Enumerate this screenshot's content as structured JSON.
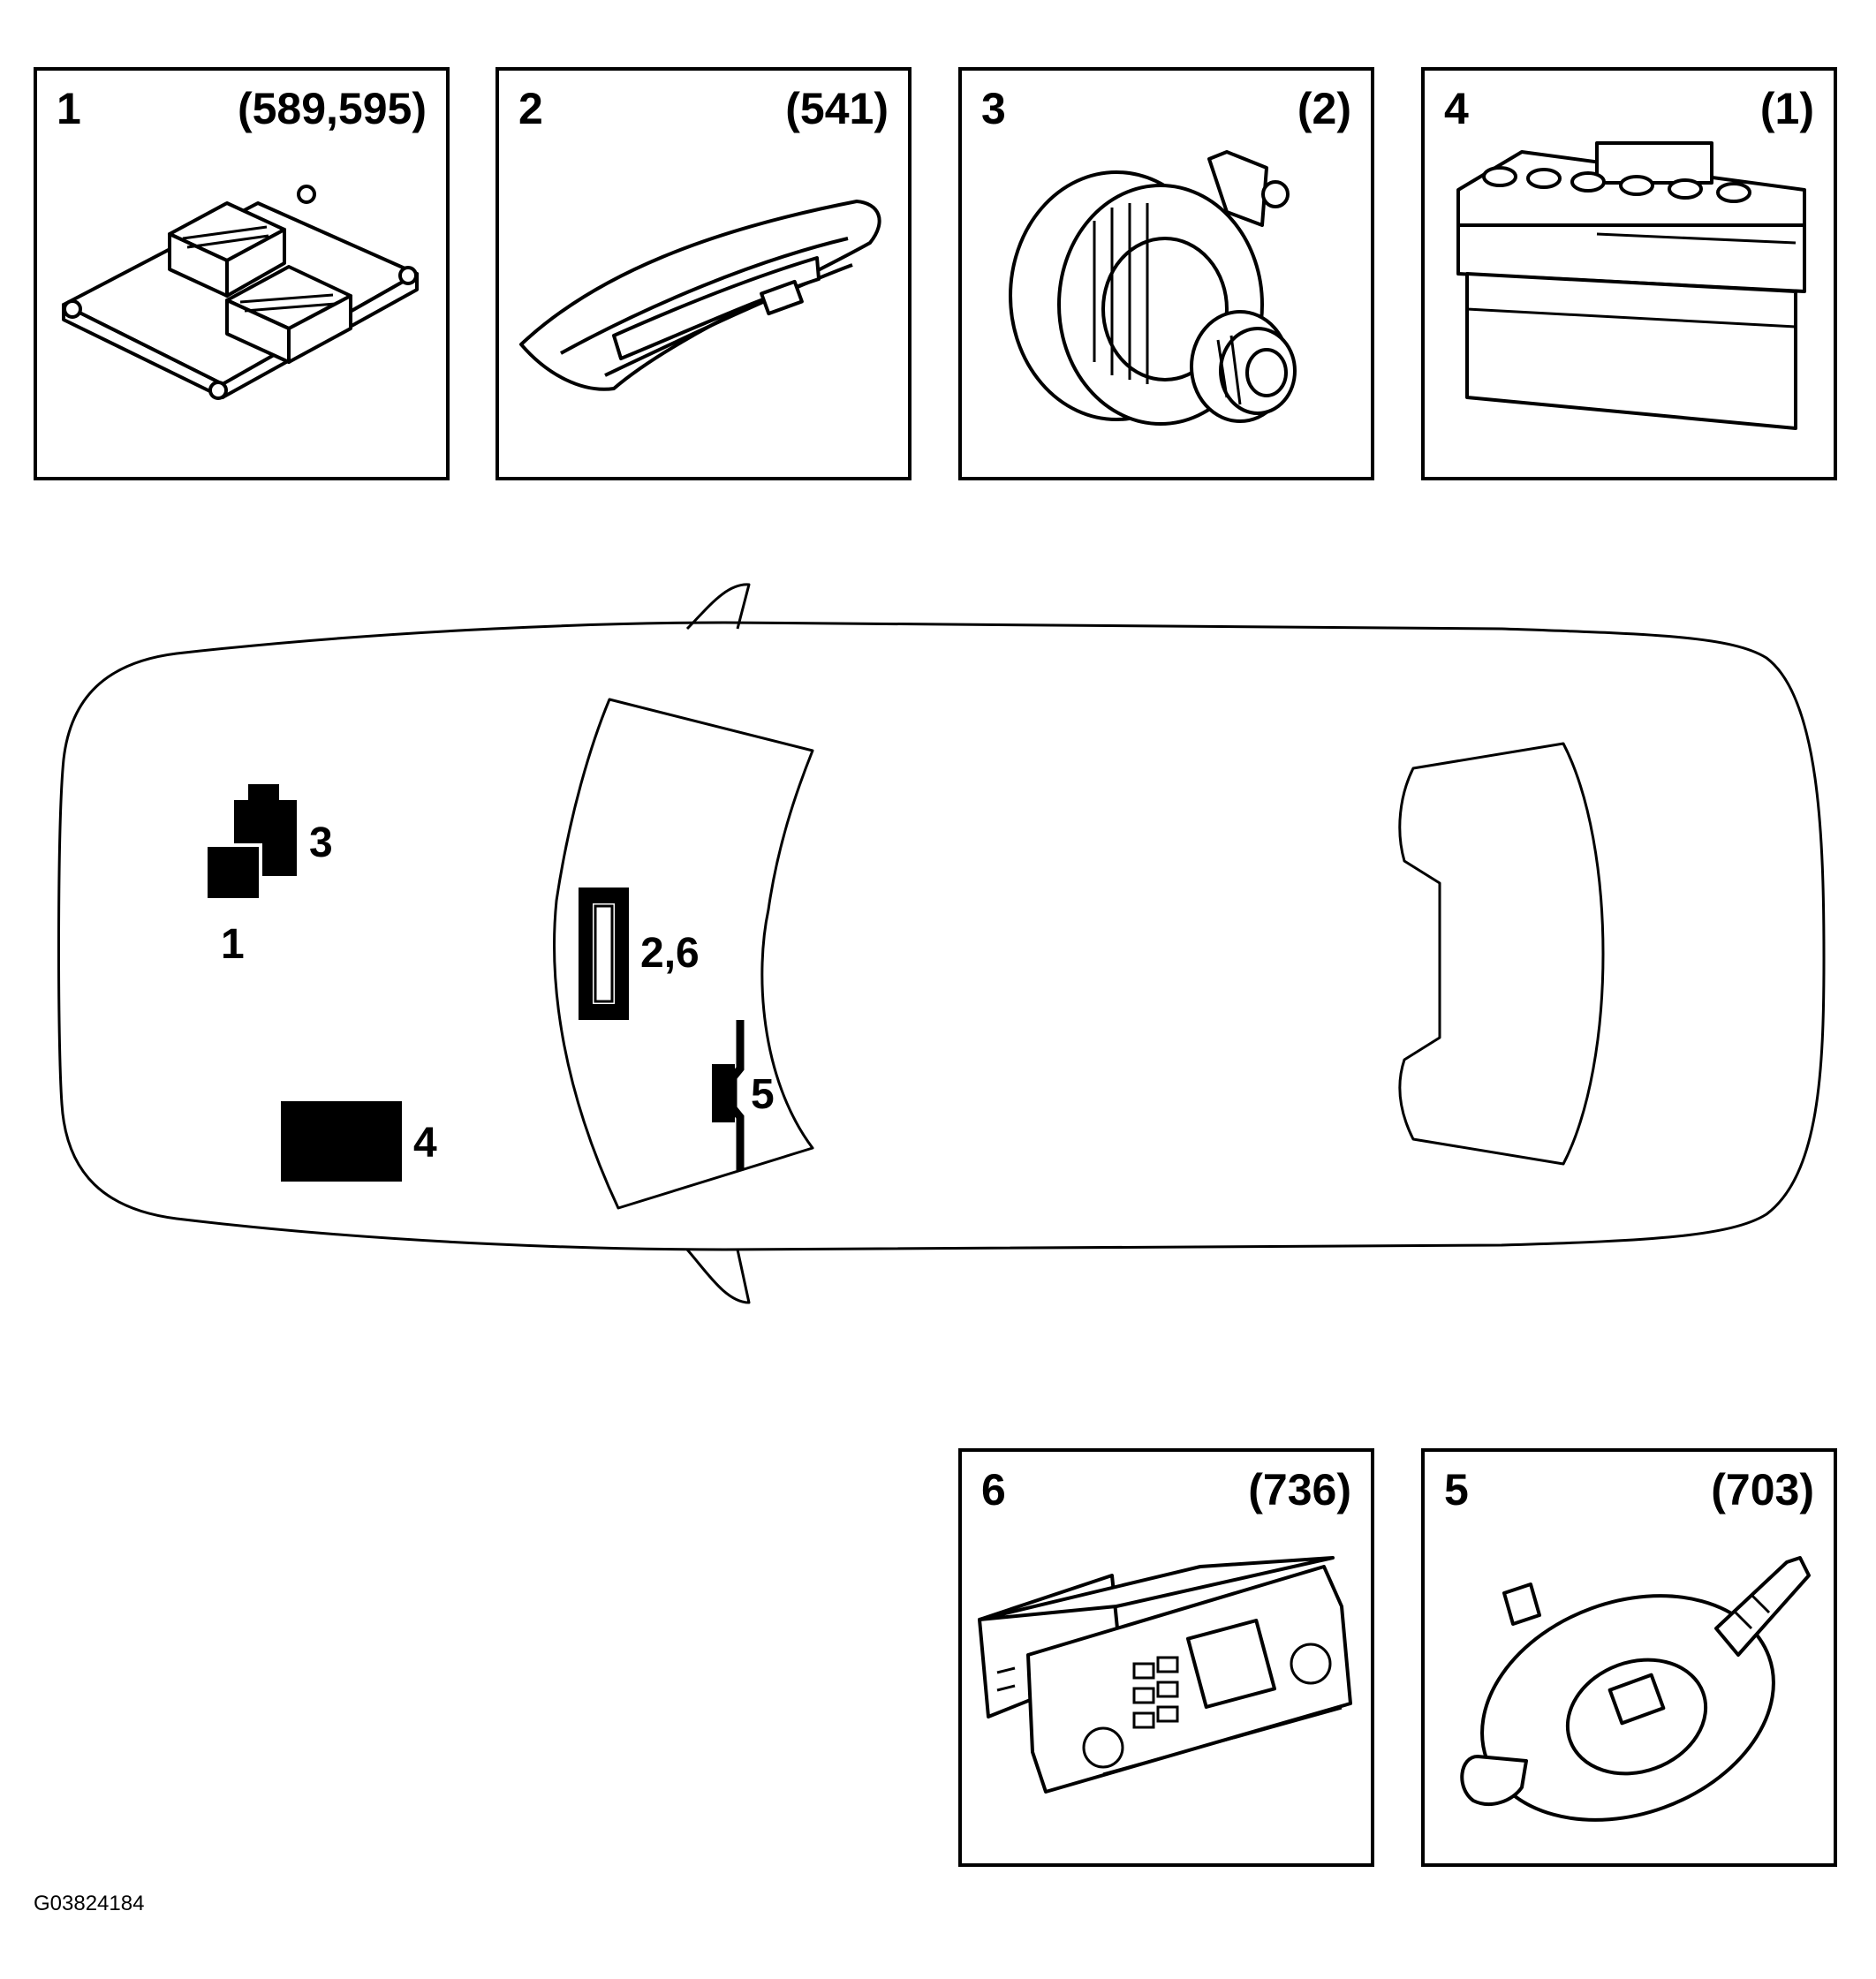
{
  "components": [
    {
      "num": "1",
      "ref": "(589,595)",
      "icon": "control-module-icon"
    },
    {
      "num": "2",
      "ref": "(541)",
      "icon": "instrument-cluster-icon"
    },
    {
      "num": "3",
      "ref": "(2)",
      "icon": "alternator-icon"
    },
    {
      "num": "4",
      "ref": "(1)",
      "icon": "battery-icon"
    },
    {
      "num": "6",
      "ref": "(736)",
      "icon": "radio-climate-panel-icon"
    },
    {
      "num": "5",
      "ref": "(703)",
      "icon": "steering-switch-icon"
    }
  ],
  "car_labels": {
    "l1": "1",
    "l3": "3",
    "l4": "4",
    "l26": "2,6",
    "l5": "5"
  },
  "figure_code": "G03824184"
}
